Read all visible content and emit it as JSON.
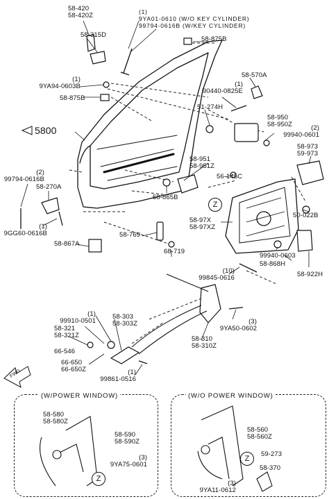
{
  "callouts": {
    "c58420": "58-420\n58-420Z",
    "c58315d": "58-315D",
    "c9ya01": "(1)\n9YA01-0610 (W/O KEY CYLINDER)\n99794-0616B (W/KEY CYLINDER)",
    "c58875b_top": "58-875B",
    "c9ya94": "(1)\n9YA94-0603B",
    "c58875b_left": "58-875B",
    "c5800": "5800",
    "c58570a": "58-570A",
    "c90440": "(1)\n90440-0825E",
    "c51274h": "51-274H",
    "c58950": "58-950\n58-950Z",
    "c99940_0601": "(2)\n99940-0601",
    "c58973": "58-973\n59-973",
    "c99794_left": "(2)\n99794-0616B",
    "c58270a": "58-270A",
    "c58951": "58-951\n58-951Z",
    "c56145c": "56-145C",
    "c58865b": "58-865B",
    "c9gg60": "(1)\n9GG60-0616B",
    "c58867a": "58-867A",
    "c58769": "58-769",
    "c68719": "68-719",
    "c5897x": "58-97X\n58-97XZ",
    "c50022b": "50-022B",
    "c99940_0603": "99940-0603",
    "c58868h": "58-868H",
    "c58922h": "58-922H",
    "c99845": "(10)\n99845-0616",
    "c99910": "(1)\n99910-0501",
    "c58321": "58-321\n58-321Z",
    "c58303": "58-303\n58-303Z",
    "c9ya50": "(3)\n9YA50-0602",
    "c66546": "66-546",
    "c66650": "66-650\n66-650Z",
    "c58310": "58-310\n58-310Z",
    "c99861": "(1)\n99861-0516",
    "z_main": "Z",
    "fwd": "FWD"
  },
  "power_window_box": {
    "title": "(W/POWER WINDOW)",
    "c58580": "58-580\n58-580Z",
    "c58590": "58-590\n58-590Z",
    "c9ya75": "(3)\n9YA75-0601",
    "z": "Z"
  },
  "no_power_window_box": {
    "title": "(W/O POWER WINDOW)",
    "c58560": "58-560\n58-560Z",
    "c59273": "59-273",
    "c58370": "58-370",
    "c9ya11": "(3)\n9YA11-0612",
    "z": "Z"
  },
  "colors": {
    "ink": "#111111",
    "paper": "#ffffff"
  }
}
